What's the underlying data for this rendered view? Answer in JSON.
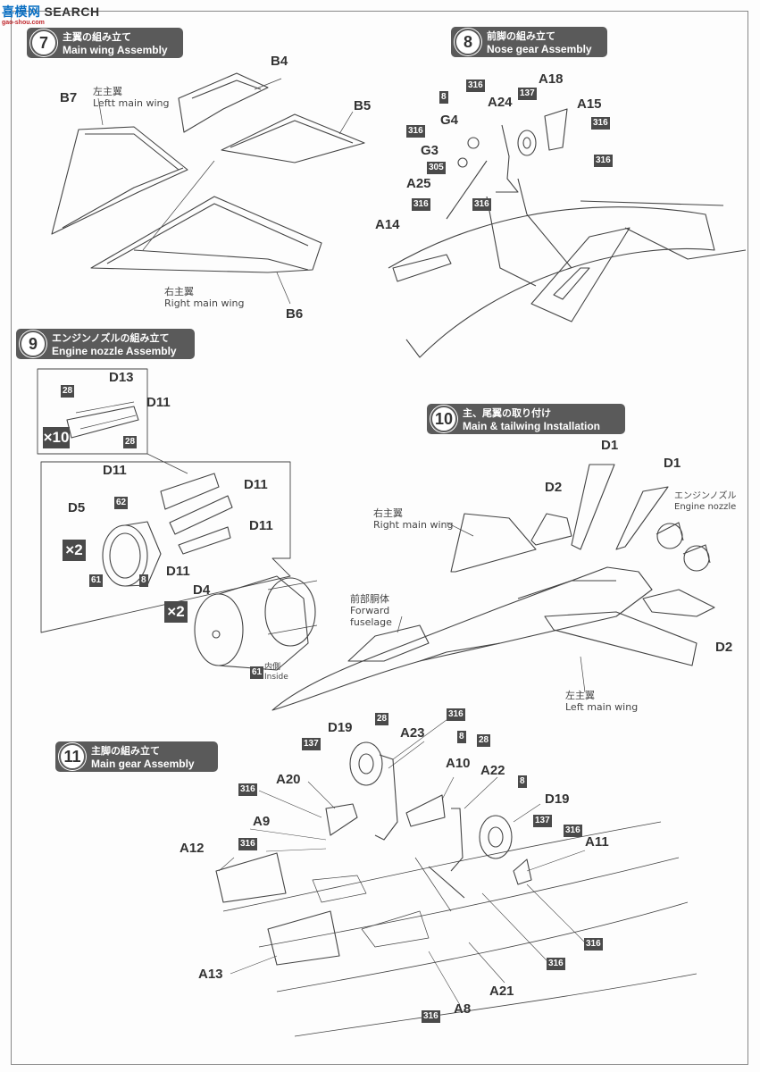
{
  "watermark": {
    "logo": "喜模网",
    "brand": "SEARCH",
    "url": "gao-shou.com"
  },
  "steps": {
    "s7": {
      "num": "7",
      "jp": "主翼の組み立て",
      "en": "Main wing Assembly"
    },
    "s8": {
      "num": "8",
      "jp": "前脚の組み立て",
      "en": "Nose gear Assembly"
    },
    "s9": {
      "num": "9",
      "jp": "エンジンノズルの組み立て",
      "en": "Engine nozzle Assembly"
    },
    "s10": {
      "num": "10",
      "jp": "主、尾翼の取り付け",
      "en": "Main & tailwing Installation"
    },
    "s11": {
      "num": "11",
      "jp": "主脚の組み立て",
      "en": "Main gear Assembly"
    }
  },
  "s7": {
    "B7": "B7",
    "B4": "B4",
    "B5": "B5",
    "B6": "B6",
    "left_jp": "左主翼",
    "left_en": "Leftt main wing",
    "right_jp": "右主翼",
    "right_en": "Right main wing"
  },
  "s8": {
    "A18": "A18",
    "A24": "A24",
    "A15": "A15",
    "G4": "G4",
    "G3": "G3",
    "A25": "A25",
    "A14": "A14",
    "c8": "8",
    "c316a": "316",
    "c137": "137",
    "c316b": "316",
    "c316c": "316",
    "c316d": "316",
    "c305": "305",
    "c316e": "316",
    "c316f": "316"
  },
  "s9": {
    "D13": "D13",
    "D11a": "D11",
    "D11b": "D11",
    "D11c": "D11",
    "D11d": "D11",
    "D11e": "D11",
    "D5": "D5",
    "D4": "D4",
    "x10": "×10",
    "x2a": "×2",
    "x2b": "×2",
    "c28a": "28",
    "c28b": "28",
    "c62": "62",
    "c61a": "61",
    "c8": "8",
    "c61b": "61",
    "inside_jp": "内側",
    "inside_en": "Inside"
  },
  "s10": {
    "D1a": "D1",
    "D1b": "D1",
    "D2a": "D2",
    "D2b": "D2",
    "right_jp": "右主翼",
    "right_en": "Right main wing",
    "nozzle_jp": "エンジンノズル",
    "nozzle_en": "Engine nozzle",
    "fwd_jp": "前部胴体",
    "fwd_en1": "Forward",
    "fwd_en2": "fuselage",
    "left_jp": "左主翼",
    "left_en": "Left  main wing"
  },
  "s11": {
    "D19a": "D19",
    "D19b": "D19",
    "A23": "A23",
    "A10": "A10",
    "A22": "A22",
    "A20": "A20",
    "A9": "A9",
    "A12": "A12",
    "A11": "A11",
    "A13": "A13",
    "A21": "A21",
    "A8": "A8",
    "c137a": "137",
    "c28a": "28",
    "c316a": "316",
    "c8a": "8",
    "c28b": "28",
    "c316b": "316",
    "c316c": "316",
    "c8b": "8",
    "c137b": "137",
    "c316d": "316",
    "c316e": "316",
    "c316f": "316",
    "c316g": "316"
  }
}
